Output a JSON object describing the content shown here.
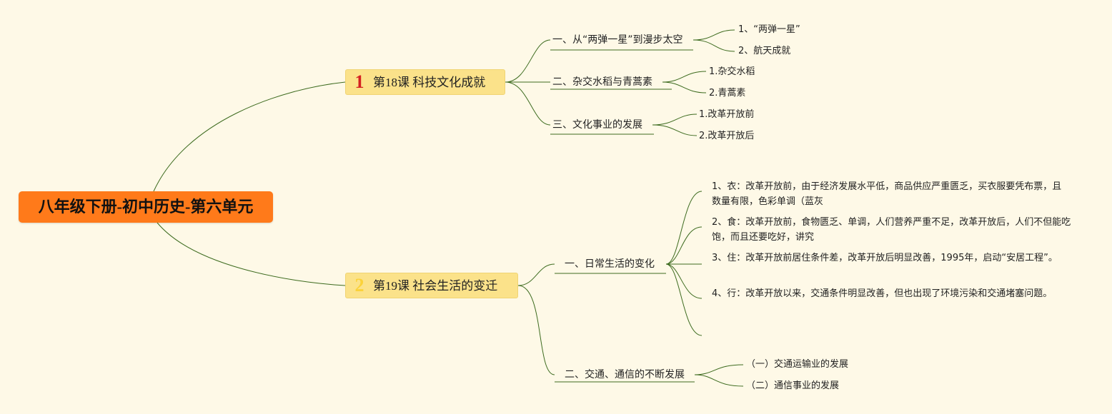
{
  "root": {
    "title": "八年级下册-初中历史-第六单元"
  },
  "lessons": [
    {
      "badge": "1",
      "title": "第18课 科技文化成就",
      "sections": [
        {
          "title": "一、从“两弹一星”到漫步太空",
          "items": [
            "1、“两弹一星”",
            "2、航天成就"
          ]
        },
        {
          "title": "二、杂交水稻与青蒿素",
          "items": [
            "1.杂交水稻",
            "2.青蒿素"
          ]
        },
        {
          "title": "三、文化事业的发展",
          "items": [
            "1.改革开放前",
            "2.改革开放后"
          ]
        }
      ]
    },
    {
      "badge": "2",
      "title": "第19课 社会生活的变迁",
      "sections": [
        {
          "title": "一、日常生活的变化",
          "items": [
            "1、衣：改革开放前，由于经济发展水平低，商品供应严重匮乏，买衣服要凭布票，且数量有限，色彩单调（蓝灰",
            "2、食：改革开放前，食物匮乏、单调，人们营养严重不足，改革开放后，人们不但能吃饱，而且还要吃好，讲究",
            "3、住：改革开放前居住条件差，改革开放后明显改善，1995年，启动“安居工程”。",
            "4、行：改革开放以来，交通条件明显改善，但也出现了环境污染和交通堵塞问题。"
          ]
        },
        {
          "title": "二、交通、通信的不断发展",
          "items": [
            "（一）交通运输业的发展",
            "（二）通信事业的发展"
          ]
        }
      ]
    }
  ],
  "colors": {
    "background": "#fef9e7",
    "root": "#ff7a1a",
    "lesson": "#fbe28a",
    "connector": "#3d6b1f"
  }
}
